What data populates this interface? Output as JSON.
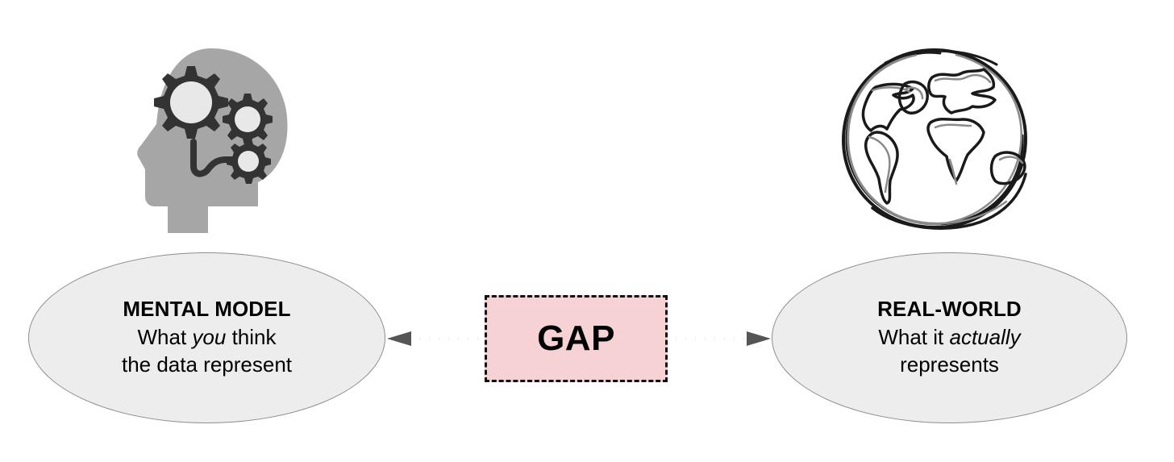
{
  "diagram": {
    "title_hidden": "",
    "left_node": {
      "icon": "head-with-gears-icon",
      "title": "MENTAL MODEL",
      "line1_pre": "What ",
      "line1_em": "you",
      "line1_post": " think",
      "line2": "the data represent",
      "fill_color": "#ededed",
      "border_color": "#8d8d8d"
    },
    "right_node": {
      "icon": "globe-sketch-icon",
      "title": "REAL-WORLD",
      "line1_pre": "What it ",
      "line1_em": "actually",
      "line1_post": "",
      "line2": "represents",
      "fill_color": "#ededed",
      "border_color": "#8d8d8d"
    },
    "center_node": {
      "label": "GAP",
      "fill_color": "#f7d2d4",
      "border_color": "#101010",
      "border_style": "dashed"
    },
    "connectors": [
      {
        "name": "gap-to-mental-model",
        "direction": "left",
        "style": "dotted",
        "color": "#555555"
      },
      {
        "name": "gap-to-real-world",
        "direction": "right",
        "style": "dotted",
        "color": "#555555"
      }
    ],
    "palette": {
      "head_gray": "#a6a6a6",
      "gear_dark": "#333333",
      "gear_light": "#e8e8e8",
      "sketch_black": "#1a1a1a",
      "sketch_gray": "#8a8a8a",
      "background": "#ffffff"
    }
  }
}
